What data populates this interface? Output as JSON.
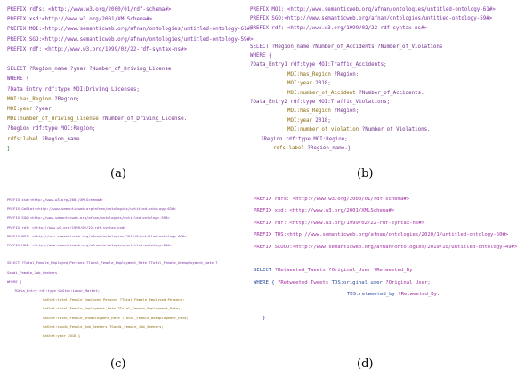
{
  "panels": [
    {
      "label": "(a)",
      "lines": [
        [
          [
            "PREFIX rdfs: <http://www.w3.org/2000/01/rdf-schema#>",
            "p"
          ]
        ],
        [
          [
            "PREFIX xsd:<http://www.w3.org/2001/XMLSchema#>",
            "p"
          ]
        ],
        [
          [
            "PREFIX MOI:<http://www.semanticweb.org/afnan/ontologies/untitled-ontology-61#>",
            "p"
          ]
        ],
        [
          [
            "PREFIX SGO:<http://www.semanticweb.org/afnan/ontologies/untitled-ontology-59#>",
            "p"
          ]
        ],
        [
          [
            "PREFIX rdf: <http://www.w3.org/1999/02/22-rdf-syntax-ns#>",
            "p"
          ]
        ],
        [],
        [
          [
            "SELECT ",
            "p"
          ],
          [
            "?Region_name ?year ?Number_of_Driving_License",
            "m"
          ]
        ],
        [
          [
            "WHERE {",
            "p"
          ]
        ],
        [
          [
            "?Data_Entry rdf:type MOI:Driving_Licenses;",
            "p"
          ]
        ],
        [
          [
            "MOI:has_Region ",
            "t"
          ],
          [
            "?Region;",
            "m"
          ]
        ],
        [
          [
            "MOI:year ",
            "t"
          ],
          [
            "?year;",
            "m"
          ]
        ],
        [
          [
            "MOI:number_of_driving_license ",
            "t"
          ],
          [
            "?Number_of_Driving_License.",
            "m"
          ]
        ],
        [
          [
            "?Region ",
            "m"
          ],
          [
            "rdf:type MOI:Region;",
            "p"
          ]
        ],
        [
          [
            "rdfs:label ",
            "t"
          ],
          [
            "?Region_name.",
            "m"
          ]
        ],
        [
          [
            "}",
            "g"
          ]
        ]
      ]
    },
    {
      "label": "(b)",
      "lines": [
        [
          [
            "PREFIX MOI: <http://www.semanticweb.org/afnan/ontologies/untitled-ontology-61#>",
            "p"
          ]
        ],
        [
          [
            "PREFIX SGO:<http://www.semanticweb.org/afnan/ontologies/untitled-ontology-59#>",
            "p"
          ]
        ],
        [
          [
            "PREFIX rdf: <http://www.w3.org/1999/02/22-rdf-syntax-ns#>",
            "p"
          ]
        ],
        [],
        [
          [
            "SELECT ",
            "p"
          ],
          [
            "?Region_name ?Number_of_Accidents ?Number_of_Violations",
            "m"
          ]
        ],
        [
          [
            "WHERE {",
            "p"
          ]
        ],
        [
          [
            "?Data_Entry1 ",
            "m"
          ],
          [
            "rdf:type MOI:Traffic_Accidents;",
            "p"
          ]
        ],
        [
          [
            "MOI:has_Region ",
            "t"
          ],
          [
            "?Region;",
            "m"
          ]
        ],
        [
          [
            "MOI:year ",
            "t"
          ],
          [
            "2018;",
            "m"
          ]
        ],
        [
          [
            "MOI:number_of_Accident ",
            "t"
          ],
          [
            "?Number_of_Accidents.",
            "m"
          ]
        ],
        [
          [
            "?Data_Entry2 ",
            "m"
          ],
          [
            "rdf:type MOI:Traffic_Violations;",
            "p"
          ]
        ],
        [
          [
            "MOI:has_Region ",
            "t"
          ],
          [
            "?Region;",
            "m"
          ]
        ],
        [
          [
            "MOI:year ",
            "t"
          ],
          [
            "2018;",
            "m"
          ]
        ],
        [
          [
            "MOI:number_of_violation ",
            "t"
          ],
          [
            "?Number_of_Violations.",
            "m"
          ]
        ],
        [
          [
            "?Region ",
            "m"
          ],
          [
            "rdf:type MOI:Region;",
            "p"
          ]
        ],
        [
          [
            "rdfs:label ",
            "t"
          ],
          [
            "?Region_name.}",
            "m"
          ]
        ]
      ]
    },
    {
      "label": "(c)",
      "lines": [
        [
          [
            "PREFIX xsd:<http://www.w3.org/2001/XMLSchema#>",
            "p"
          ]
        ],
        [
          [
            "PREFIX GaStat:<http://www.semanticweb.org/afnan/ontologies/untitled-ontology-62#>",
            "p"
          ]
        ],
        [
          [
            "PREFIX SGO:<http://www.semanticweb.org/afnan/ontologies/untitled-ontology-59#>",
            "p"
          ]
        ],
        [
          [
            "PREFIX rdf: <http://www.w3.org/1999/02/22-rdf-syntax-ns#>",
            "p"
          ]
        ],
        [
          [
            "PREFIX MOI: <http://www.semanticweb.org/afnan/ontologies/2018/8/untitled-ontology-60#>",
            "p"
          ]
        ],
        [
          [
            "PREFIX MOI: <http://www.semanticweb.org/afnan/ontologies/untitled-ontology-64#>",
            "p"
          ]
        ],
        [],
        [
          [
            "SELECT ?Total_Female_Employed_Persons ?Total_Female_Employment_Rate ?Total_Female_Unemployment_Rate ?",
            "p"
          ]
        ],
        [
          [
            "Saudi_Female_Job_Seekers",
            "p"
          ]
        ],
        [
          [
            "WHERE {",
            "p"
          ]
        ],
        [
          [
            "?Data_Entry rdf:type GaStat:Labor_Market;",
            "p"
          ]
        ],
        [
          [
            "GaStat:total_Female_Employed_Persons ?Total_Female_Employed_Persons;",
            "t"
          ]
        ],
        [
          [
            "GaStat:total_Female_Employment_Rate ?Total_Female_Employment_Rate;",
            "t"
          ]
        ],
        [
          [
            "GaStat:total_Female_Unemployment_Rate ?Total_Female_Unemployment_Rate;",
            "t"
          ]
        ],
        [
          [
            "GaStat:saudi_Female_Job_Seekers ?Saudi_Female_Job_Seekers;",
            "t"
          ]
        ],
        [
          [
            "GaStat:year 2018.}",
            "t"
          ]
        ]
      ]
    },
    {
      "label": "(d)",
      "lines": [
        [
          [
            "PREFIX rdfs: <http://www.w3.org/2000/01/rdf-schema#>",
            "k"
          ]
        ],
        [
          [
            "PREFIX xsd: <http://www.w3.org/2001/XMLSchema#>",
            "k"
          ]
        ],
        [
          [
            "PREFIX rdf: <http://www.w3.org/1999/02/22-rdf-syntax-ns#>",
            "k"
          ]
        ],
        [
          [
            "PREFIX TDS:<http://www.semanticweb.org/afnan/ontologies/2020/1/untitled-ontology-50#>",
            "k"
          ]
        ],
        [
          [
            "PREFIX SLOOD:<http://www.semanticweb.org/afnan/ontologies/2019/10/untitled-ontology-49#>",
            "k"
          ]
        ],
        [],
        [
          [
            "SELECT ",
            "b"
          ],
          [
            "?Retweeted_Tweets ?Original_User ?Retweeted_By",
            "k"
          ]
        ],
        [
          [
            "WHERE { ",
            "b"
          ],
          [
            "?Retweeted_Tweets ",
            "k"
          ],
          [
            "TDS:original_user ",
            "b"
          ],
          [
            "?Original_User;",
            "k"
          ]
        ],
        [
          [
            "TDS:retweeted_by ",
            "b"
          ],
          [
            "?Retweeted_By.",
            "k"
          ]
        ],
        [],
        [
          [
            "}",
            "b"
          ]
        ]
      ]
    }
  ]
}
